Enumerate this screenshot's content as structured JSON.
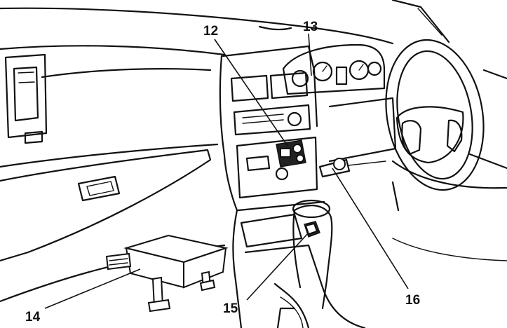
{
  "callouts": [
    {
      "id": "12",
      "label": "12"
    },
    {
      "id": "13",
      "label": "13"
    },
    {
      "id": "14",
      "label": "14"
    },
    {
      "id": "15",
      "label": "15"
    },
    {
      "id": "16",
      "label": "16"
    }
  ]
}
